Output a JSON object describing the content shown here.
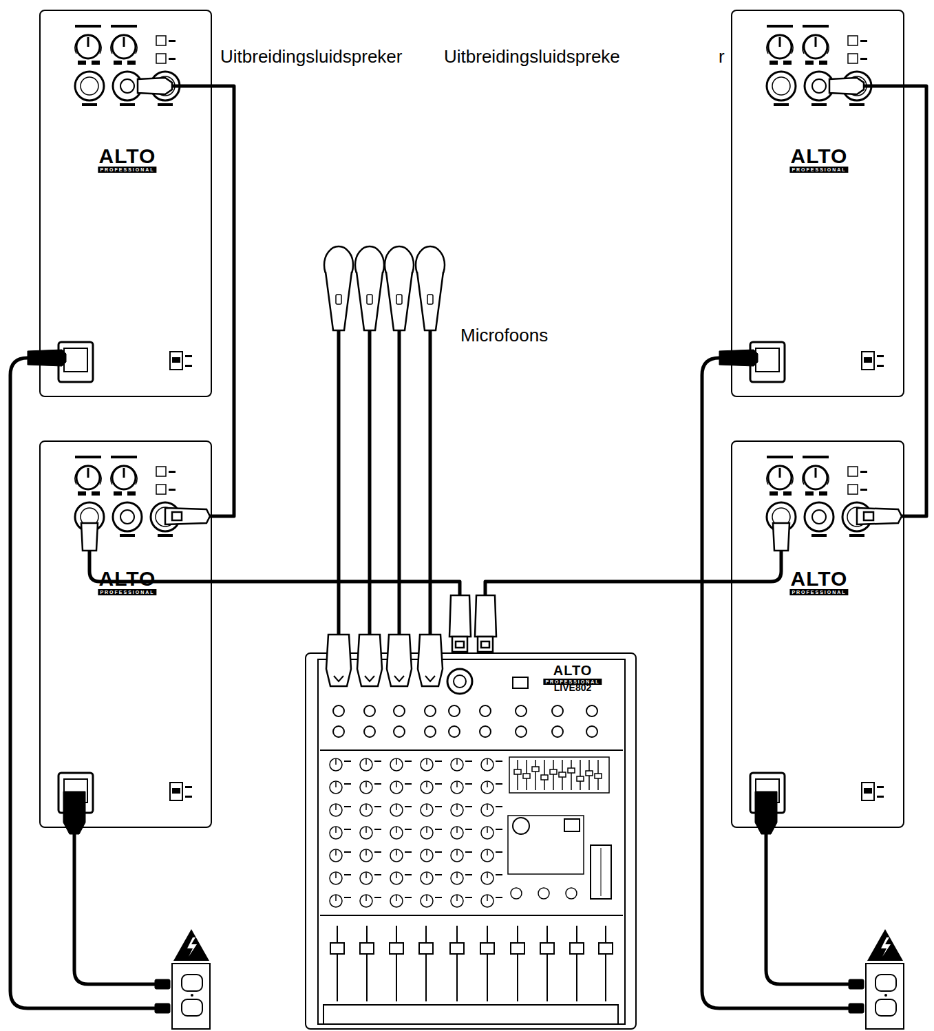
{
  "diagram": {
    "nodes": [
      {
        "text": [
          "ALTO",
          "PROFESSIONAL"
        ]
      },
      {
        "text": [
          "ALTO",
          "PROFESSIONAL"
        ]
      },
      {
        "text": [
          "ALTO",
          "PROFESSIONAL"
        ]
      },
      {
        "text": [
          "ALTO",
          "PROFESSIONAL"
        ]
      },
      {
        "text": [
          "ALTO",
          "PROFESSIONAL",
          "LIVE802"
        ]
      }
    ],
    "edges": [
      {
        "from": 4,
        "to": 2,
        "arrow": "none"
      },
      {
        "from": 4,
        "to": 3,
        "arrow": "none"
      },
      {
        "from": 2,
        "to": 0,
        "arrow": "none"
      },
      {
        "from": 3,
        "to": 1,
        "arrow": "none"
      }
    ],
    "labels": [
      "Uitbreidingsluidspreker",
      "Uitbreidingsluidspreke",
      "r",
      "Microfoons"
    ]
  }
}
